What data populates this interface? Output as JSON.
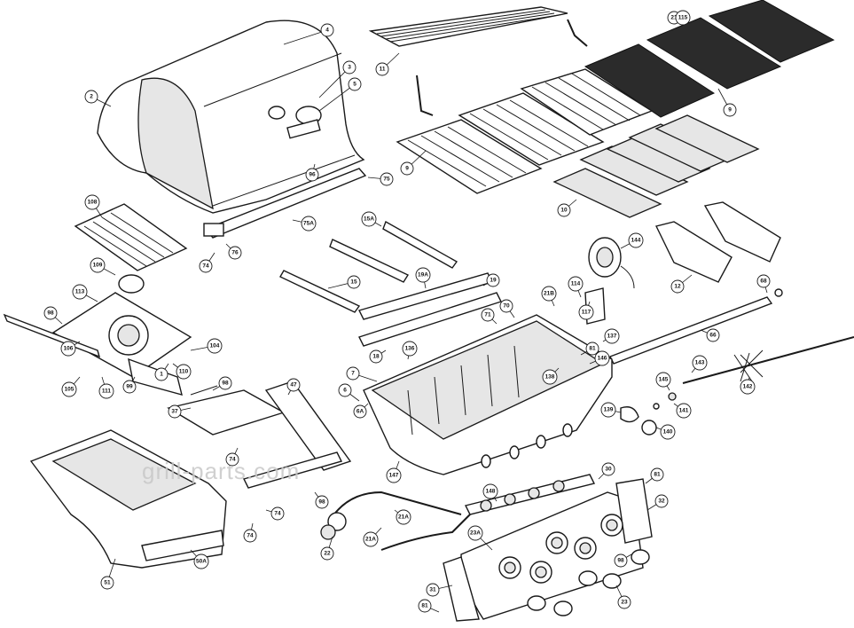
{
  "watermark": "grill-parts.com",
  "callouts": [
    "2",
    "3",
    "4",
    "5",
    "6",
    "6A",
    "7",
    "9",
    "9",
    "10",
    "11",
    "12",
    "15",
    "15A",
    "18",
    "19",
    "19A",
    "21A",
    "21A",
    "21B",
    "22",
    "23",
    "23A",
    "30",
    "31",
    "32",
    "37",
    "47",
    "50A",
    "51",
    "66",
    "68",
    "70",
    "71",
    "74",
    "74",
    "74",
    "74",
    "75",
    "75A",
    "76",
    "81",
    "81",
    "81",
    "96",
    "98",
    "98",
    "98",
    "98",
    "99",
    "104",
    "105",
    "106",
    "108",
    "109",
    "110",
    "111",
    "113",
    "114",
    "117",
    "136",
    "137",
    "138",
    "139",
    "140",
    "141",
    "142",
    "143",
    "144",
    "145",
    "146",
    "147",
    "148",
    "1",
    "21",
    "115"
  ]
}
